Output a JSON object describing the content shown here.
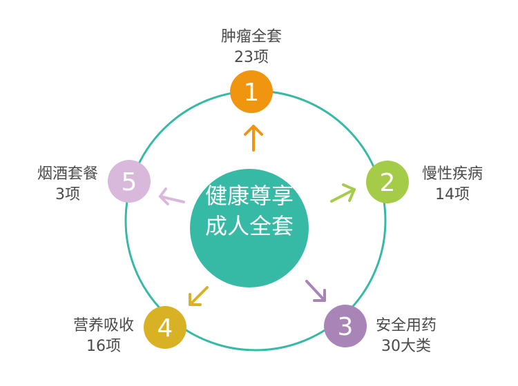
{
  "center": {
    "line1": "健康尊享",
    "line2": "成人全套",
    "color": "#36b9a5"
  },
  "ring_color": "#36b9a5",
  "nodes": [
    {
      "num": "1",
      "title": "肿瘤全套",
      "count": "23项",
      "color": "#f0950f"
    },
    {
      "num": "2",
      "title": "慢性疾病",
      "count": "14项",
      "color": "#a4cc48"
    },
    {
      "num": "3",
      "title": "安全用药",
      "count": "30大类",
      "color": "#a884b7"
    },
    {
      "num": "4",
      "title": "营养吸收",
      "count": "16项",
      "color": "#d9b125"
    },
    {
      "num": "5",
      "title": "烟酒套餐",
      "count": "3项",
      "color": "#d8b9dc"
    }
  ]
}
